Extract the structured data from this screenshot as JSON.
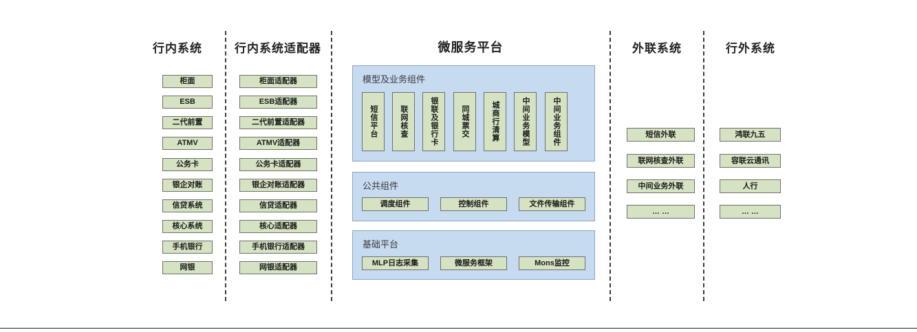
{
  "columns": [
    {
      "id": "internal-systems",
      "title": "行内系统",
      "items": [
        "柜面",
        "ESB",
        "二代前置",
        "ATMV",
        "公务卡",
        "银企对账",
        "信贷系统",
        "核心系统",
        "手机银行",
        "网银"
      ]
    },
    {
      "id": "internal-system-adapters",
      "title": "行内系统适配器",
      "items": [
        "柜面适配器",
        "ESB适配器",
        "二代前置适配器",
        "ATMV适配器",
        "公务卡适配器",
        "银企对账适配器",
        "信贷适配器",
        "核心适配器",
        "手机银行适配器",
        "网银适配器"
      ]
    },
    {
      "id": "external-link-systems",
      "title": "外联系统",
      "items": [
        "短信外联",
        "联网核查外联",
        "中间业务外联",
        "… …"
      ]
    },
    {
      "id": "outside-bank-systems",
      "title": "行外系统",
      "items": [
        "鸿联九五",
        "容联云通讯",
        "人行",
        "… …"
      ]
    }
  ],
  "platform": {
    "title": "微服务平台",
    "panels": [
      {
        "id": "model-and-business-components",
        "title": "模型及业务组件",
        "orientation": "vertical",
        "items": [
          "短信平台",
          "联网核查",
          "银联及银行卡",
          "同城票交",
          "城商行清算",
          "中间业务模型",
          "中间业务组件"
        ]
      },
      {
        "id": "public-components",
        "title": "公共组件",
        "orientation": "horizontal",
        "items": [
          "调度组件",
          "控制组件",
          "文件传输组件"
        ]
      },
      {
        "id": "base-platform",
        "title": "基础平台",
        "orientation": "horizontal",
        "items": [
          "MLP日志采集",
          "微服务框架",
          "Mons监控"
        ]
      }
    ]
  },
  "colors": {
    "box_fill": "#d6e3c3",
    "box_border": "#6e6e6e",
    "panel_fill": "#c6daf0",
    "panel_border": "#8aa6c4",
    "divider": "#3a3a3a",
    "title_text": "#222222"
  }
}
